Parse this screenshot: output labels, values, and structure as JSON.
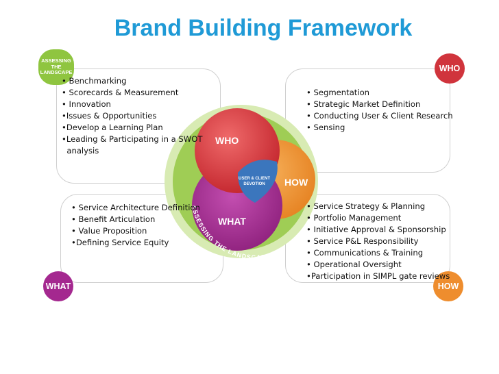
{
  "title": "Brand Building Framework",
  "colors": {
    "title": "#1f9ad6",
    "who": "#d0343c",
    "what": "#a4288f",
    "how": "#ee8d2e",
    "landscape": "#8fc540",
    "devotion": "#3b76bd"
  },
  "badges": {
    "landscape_line1": "ASSESSING",
    "landscape_line2": "THE",
    "landscape_line3": "LANDSCAPE",
    "who": "WHO",
    "what": "WHAT",
    "how": "HOW"
  },
  "center": {
    "who": "WHO",
    "how": "HOW",
    "what": "WHAT",
    "devotion_line1": "USER & CLIENT",
    "devotion_line2": "DEVOTION",
    "landscape_arc": "ASSESSING THE LANDSCAPE"
  },
  "lists": {
    "top_left": [
      "• Benchmarking",
      "• Scorecards & Measurement",
      "• Innovation",
      "•Issues & Opportunities",
      "•Develop a Learning Plan",
      "•Leading & Participating in a SWOT",
      "  analysis"
    ],
    "top_right": [
      "• Segmentation",
      "• Strategic Market Definition",
      "• Conducting User & Client Research",
      "• Sensing"
    ],
    "bottom_left": [
      "• Service Architecture Definition",
      "• Benefit Articulation",
      "• Value Proposition",
      "•Defining Service Equity"
    ],
    "bottom_right": [
      "• Service Strategy & Planning",
      "• Portfolio Management",
      "• Initiative Approval & Sponsorship",
      "• Service P&L Responsibility",
      "• Communications & Training",
      "• Operational Oversight",
      "•Participation in SIMPL gate reviews"
    ]
  }
}
